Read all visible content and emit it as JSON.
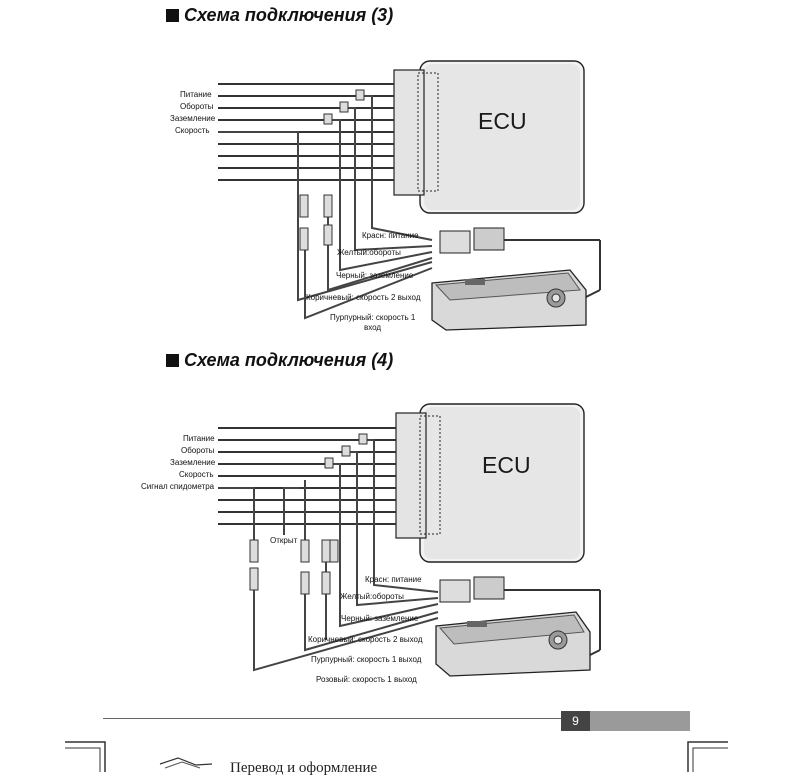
{
  "diagrams": [
    {
      "title": "Схема подключения (3)",
      "ecu_label": "ECU",
      "left_labels": [
        "Питание",
        "Обороты",
        "Заземление",
        "Скорость"
      ],
      "wire_labels": [
        "Красн: питание",
        "Желтый:обороты",
        "Черный: заземление",
        "Коричневый: скорость 2 выход",
        "Пурпурный: скорость 1",
        "вход"
      ]
    },
    {
      "title": "Схема подключения (4)",
      "ecu_label": "ECU",
      "left_labels": [
        "Питание",
        "Обороты",
        "Заземление",
        "Скорость",
        "Сигнал спидометра"
      ],
      "open_label": "Открыт",
      "wire_labels": [
        "Красн: питание",
        "Желтый:обороты",
        "Черный: заземление",
        "Коричневый: скорость 2 выход",
        "Пурпурный: скорость 1 выход",
        "Розовый: скорость 1 выход"
      ]
    }
  ],
  "page_number": "9",
  "footer_text": "Перевод и оформление"
}
